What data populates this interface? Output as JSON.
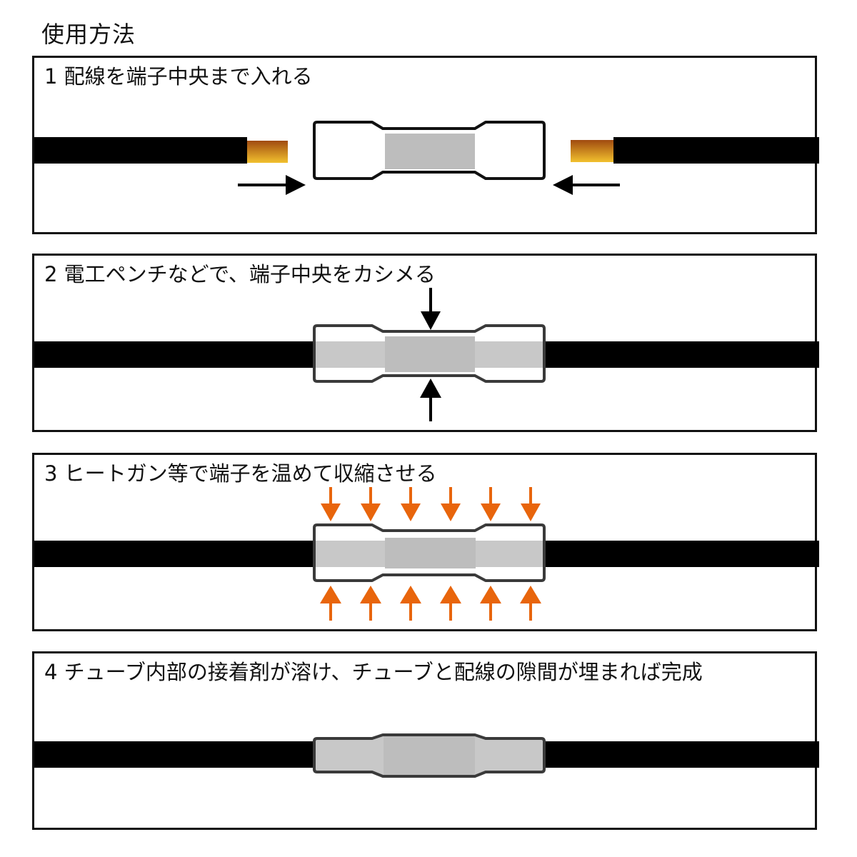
{
  "title": "使用方法",
  "colors": {
    "wire": "#000000",
    "terminal_outline": "#111111",
    "terminal_outline_dark": "#3a3a3a",
    "sleeve_core": "#bdbdbd",
    "wire_in_tube": "#c8c8c8",
    "copper_top": "#a04a10",
    "copper_bottom": "#f2c12e",
    "heat_arrow": "#e8650c",
    "arrow": "#000000"
  },
  "steps": [
    {
      "number": "1",
      "label": "配線を端子中央まで入れる"
    },
    {
      "number": "2",
      "label": "電工ペンチなどで、端子中央をカシメる"
    },
    {
      "number": "3",
      "label": "ヒートガン等で端子を温めて収縮させる"
    },
    {
      "number": "4",
      "label": "チューブ内部の接着剤が溶け、チューブと配線の隙間が埋まれば完成"
    }
  ]
}
